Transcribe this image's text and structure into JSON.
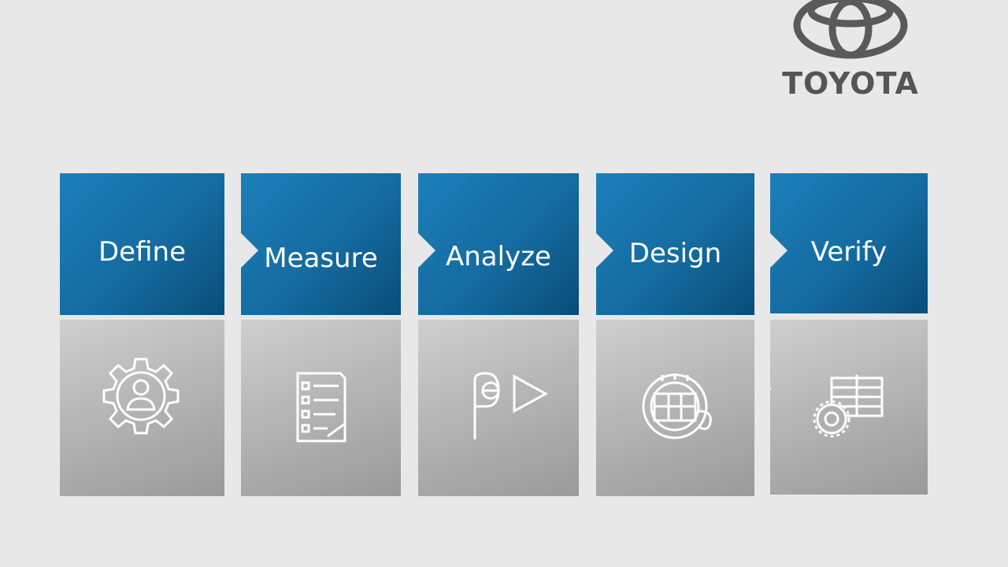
{
  "logo": {
    "wordmark": "TOYOTA",
    "color": "#555555"
  },
  "colors": {
    "step_top": "#146ba0",
    "step_bottom": "#b6b6b6",
    "background": "#e8e8e8",
    "label": "#ffffff"
  },
  "steps": [
    {
      "label": "Define",
      "icon": "gear-person-icon"
    },
    {
      "label": "Measure",
      "icon": "checklist-document-icon"
    },
    {
      "label": "Analyze",
      "icon": "globe-flag-arrow-icon"
    },
    {
      "label": "Design",
      "icon": "globe-grid-icon"
    },
    {
      "label": "Verify",
      "icon": "gears-checklist-icon"
    }
  ]
}
